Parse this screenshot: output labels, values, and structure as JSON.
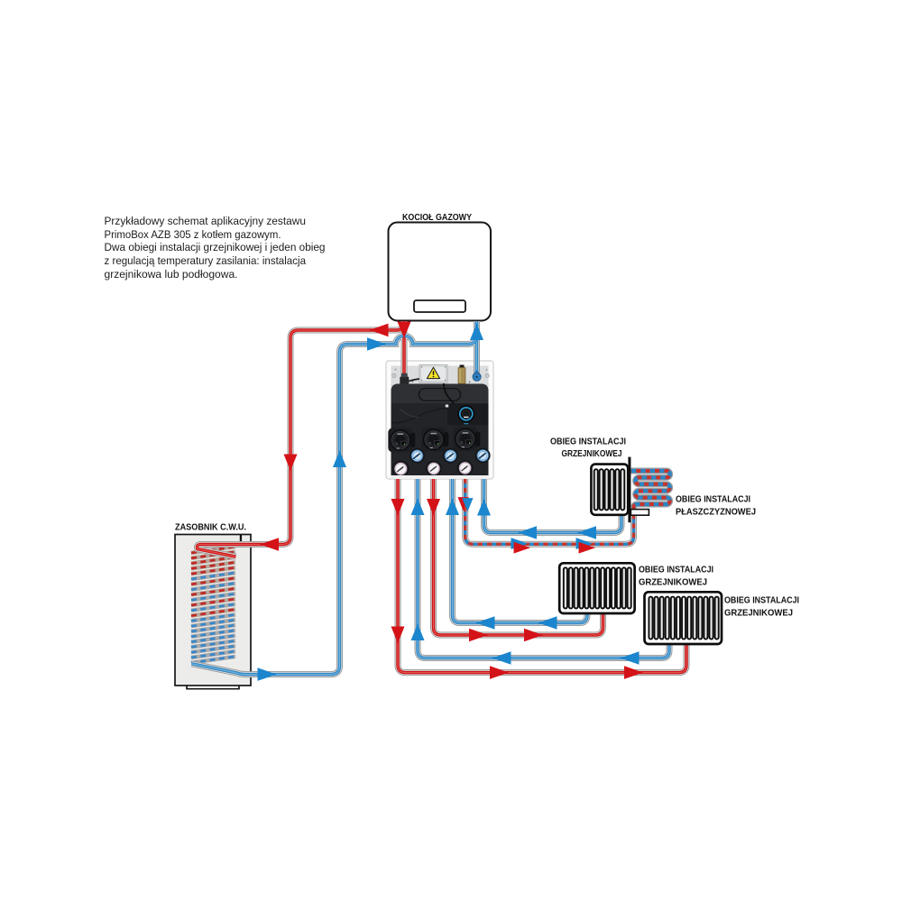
{
  "description": {
    "lines": [
      "Przykładowy schemat aplikacyjny zestawu",
      "PrimoBox AZB 305 z kotłem gazowym.",
      "Dwa obiegi instalacji grzejnikowej i jeden obieg",
      "z regulacją temperatury zasilania: instalacja",
      "grzejnikowa lub podłogowa."
    ]
  },
  "labels": {
    "boiler": "KOCIOŁ GAZOWY",
    "tank": "ZASOBNIK C.W.U."
  },
  "circuits": [
    {
      "id": "circuit-1-radiator",
      "label_line1": "OBIEG INSTALACJI",
      "label_line2": "GRZEJNIKOWEJ"
    },
    {
      "id": "circuit-1-floor",
      "label_line1": "OBIEG INSTALACJI",
      "label_line2": "PŁASZCZYZNOWEJ"
    },
    {
      "id": "circuit-2-radiator",
      "label_line1": "OBIEG INSTALACJI",
      "label_line2": "GRZEJNIKOWEJ"
    },
    {
      "id": "circuit-3-radiator",
      "label_line1": "OBIEG INSTALACJI",
      "label_line2": "GRZEJNIKOWEJ"
    }
  ],
  "colors": {
    "supply_red": "#cd1317",
    "return_blue": "#2c85c4",
    "dash_red": "#c8342a",
    "arrow_red": "#d41318",
    "arrow_blue": "#1b86cd",
    "pipe_casing": "#979797",
    "pipe_band": "#dcdcdc",
    "label_ink": "#111111",
    "text_ink": "#1c1c1c",
    "tank_fill": "#ececeb",
    "background": "#ffffff"
  }
}
